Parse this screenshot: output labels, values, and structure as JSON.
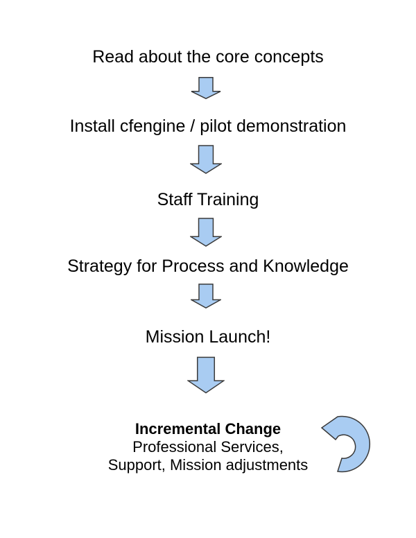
{
  "diagram": {
    "steps": [
      {
        "label": "Read about the core concepts"
      },
      {
        "label": "Install cfengine / pilot demonstration"
      },
      {
        "label": "Staff Training"
      },
      {
        "label": "Strategy for Process and Knowledge"
      },
      {
        "label": "Mission Launch!"
      }
    ],
    "final_stage": {
      "heading": "Incremental Change",
      "line2": "Professional Services,",
      "line3": "Support, Mission adjustments"
    },
    "icons": {
      "down_arrow": "down-block-arrow",
      "loop_arrow": "counterclockwise-loop-arrow"
    },
    "colors": {
      "arrow_fill": "#a9ccf2",
      "arrow_outline": "#3a3a3a",
      "text": "#000000",
      "background": "#ffffff"
    }
  }
}
